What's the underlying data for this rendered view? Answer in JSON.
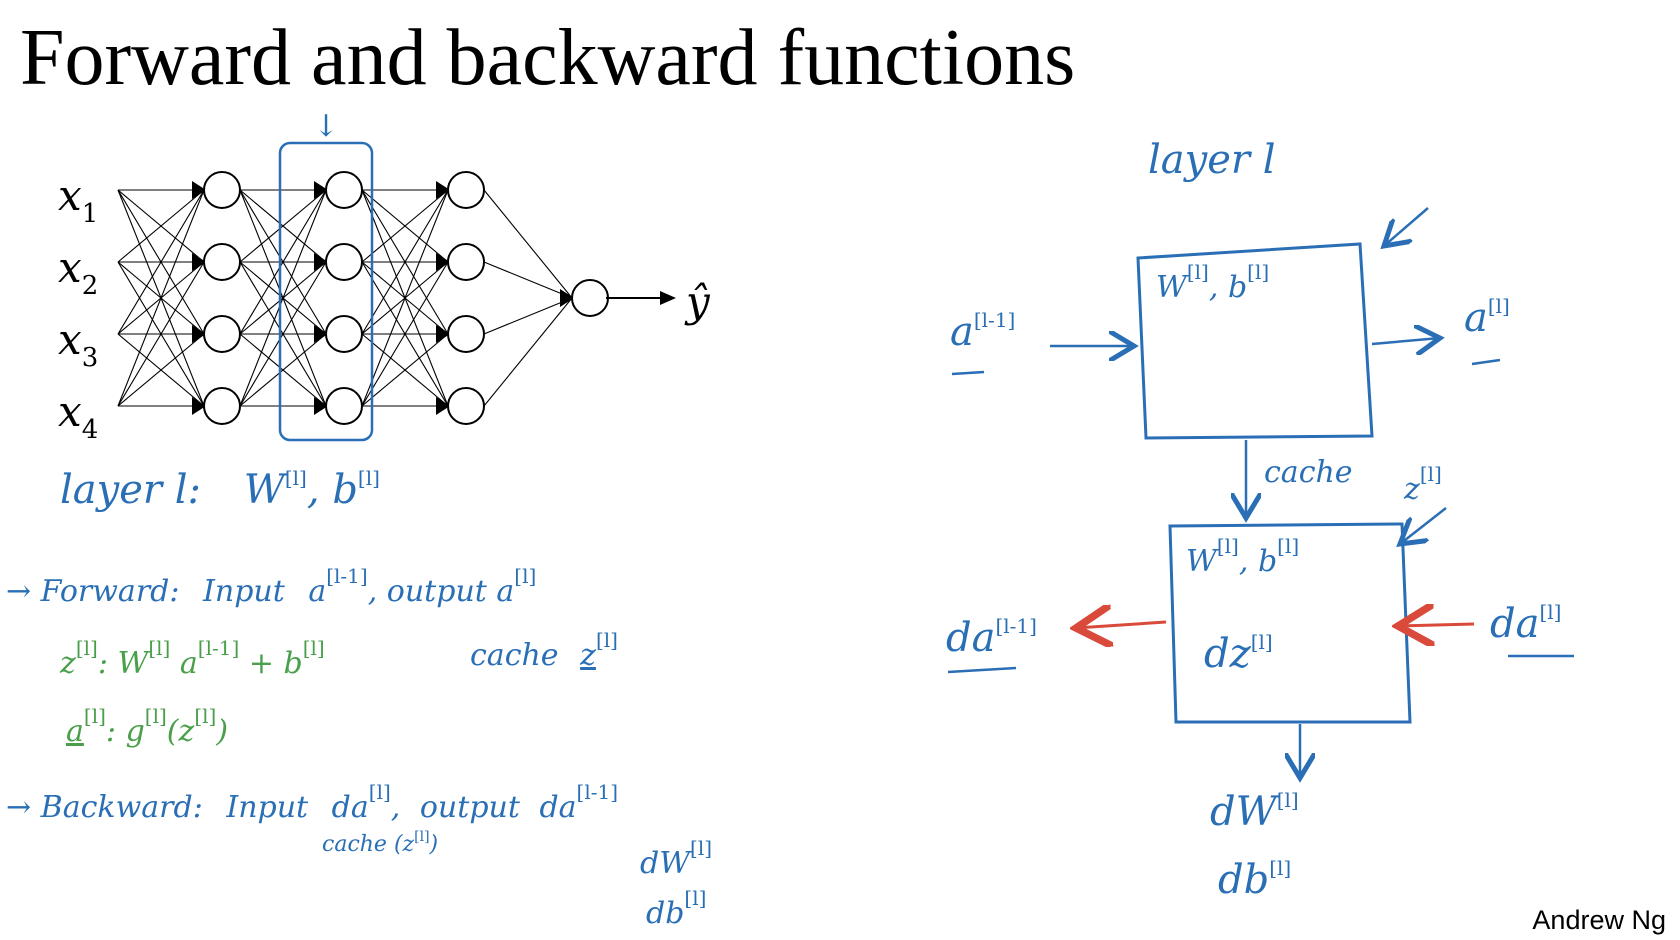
{
  "slide": {
    "title": "Forward and backward functions",
    "author": "Andrew Ng"
  },
  "network": {
    "inputs": [
      "x",
      "x",
      "x",
      "x"
    ],
    "input_subscripts": [
      "1",
      "2",
      "3",
      "4"
    ],
    "output_label": "ŷ",
    "selection_arrow": "↓"
  },
  "notes": {
    "layer_label": "layer l:",
    "layer_params_w": "W",
    "layer_params_b": "b",
    "sup_l": "[l]",
    "sup_lm1": "[l-1]",
    "comma": ",",
    "forward_label": "→ Forward:",
    "forward_input": "Input",
    "forward_output_word": "output",
    "forward_a": "a",
    "cache_word": "cache",
    "z_var": "z",
    "eq_z_lhs": "z",
    "eq_z_rhs_w": "W",
    "eq_z_rhs_a": "a",
    "eq_z_plus_b": "+ b",
    "eq_colon": ":",
    "eq_a_lhs": "a",
    "eq_a_rhs": "g",
    "eq_a_arg": "(z",
    "eq_a_close": ")",
    "backward_label": "→ Backward:",
    "backward_input": "Input",
    "backward_da": "da",
    "backward_cache": "cache (z",
    "backward_cache_close": ")",
    "backward_output_word": "output",
    "backward_dw": "dW",
    "backward_db": "db"
  },
  "block": {
    "layer_title": "layer l",
    "forward_box_params": "W",
    "forward_box_params_b": "b",
    "input_a": "a",
    "output_a": "a",
    "cache_label": "cache",
    "cache_z": "z",
    "backward_box_params": "W",
    "backward_box_params_b": "b",
    "backward_dz": "dz",
    "backward_in_da": "da",
    "backward_out_da": "da",
    "grad_dw": "dW",
    "grad_db": "db"
  },
  "colors": {
    "ink_blue": "#2a6fb5",
    "ink_green": "#4aa04a",
    "ink_red": "#d94a3a",
    "network_black": "#000000"
  }
}
